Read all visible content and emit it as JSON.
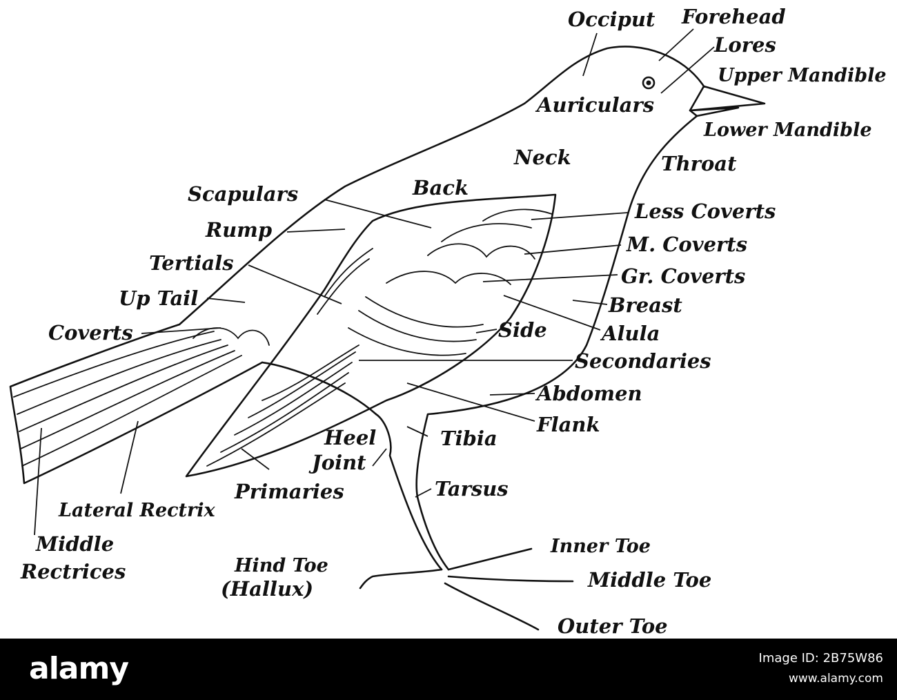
{
  "diagram": {
    "labels": {
      "occiput": "Occiput",
      "forehead": "Forehead",
      "lores": "Lores",
      "upper_mandible": "Upper Mandible",
      "auriculars": "Auriculars",
      "lower_mandible": "Lower Mandible",
      "neck": "Neck",
      "throat": "Throat",
      "scapulars": "Scapulars",
      "back": "Back",
      "less_coverts": "Less Coverts",
      "rump": "Rump",
      "m_coverts": "M. Coverts",
      "tertials": "Tertials",
      "gr_coverts": "Gr. Coverts",
      "up_tail": "Up Tail",
      "breast": "Breast",
      "coverts": "Coverts",
      "side": "Side",
      "alula": "Alula",
      "secondaries": "Secondaries",
      "abdomen": "Abdomen",
      "flank": "Flank",
      "heel": "Heel",
      "joint": "Joint",
      "tibia": "Tibia",
      "primaries": "Primaries",
      "tarsus": "Tarsus",
      "lateral_rectrix": "Lateral Rectrix",
      "middle": "Middle",
      "rectrices": "Rectrices",
      "hind_toe": "Hind Toe",
      "hallux": "(Hallux)",
      "inner_toe": "Inner Toe",
      "middle_toe": "Middle Toe",
      "outer_toe": "Outer Toe"
    }
  },
  "watermark": {
    "brand": "alamy",
    "image_id": "Image ID: 2B75W86",
    "url": "www.alamy.com"
  }
}
